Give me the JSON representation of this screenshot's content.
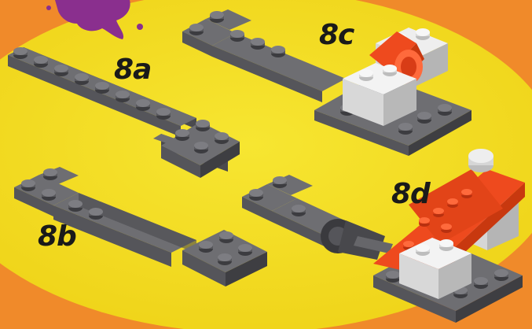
{
  "labels": {
    "step_a": "8a",
    "step_b": "8b",
    "step_c": "8c",
    "step_d": "8d"
  },
  "colors": {
    "background": "#f08a2a",
    "oval": "#f3de1e",
    "brick_dark_top": "#6e6e72",
    "brick_dark_side": "#4a4a4e",
    "brick_light_top": "#eeeeee",
    "brick_light_side": "#c9c9c9",
    "brick_red": "#ee4a1e",
    "splash": "#8a2f8e"
  },
  "icons": [
    "lego-beam-8a",
    "lego-beam-8b",
    "lego-assembly-8c",
    "lego-assembly-8d",
    "paint-splash-icon"
  ]
}
